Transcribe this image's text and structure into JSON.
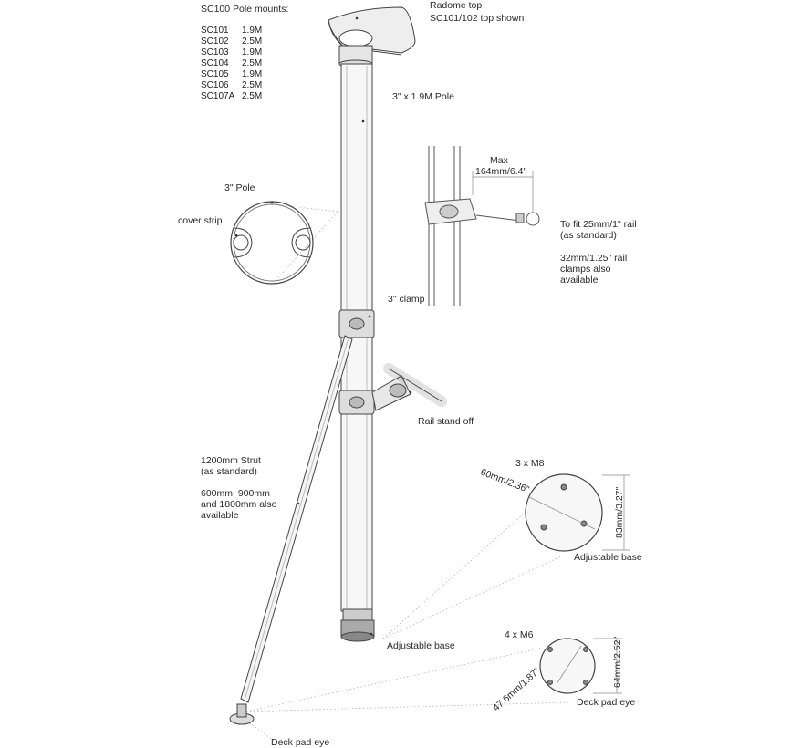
{
  "models_title": "SC100 Pole mounts:",
  "models": [
    {
      "model": "SC101",
      "length": "1.9M"
    },
    {
      "model": "SC102",
      "length": "2.5M"
    },
    {
      "model": "SC103",
      "length": "1.9M"
    },
    {
      "model": "SC104",
      "length": "2.5M"
    },
    {
      "model": "SC105",
      "length": "1.9M"
    },
    {
      "model": "SC106",
      "length": "2.5M"
    },
    {
      "model": "SC107A",
      "length": "2.5M"
    }
  ],
  "labels": {
    "radome_top": "Radome top",
    "radome_top_note": "SC101/102 top shown",
    "pole": "3\" x 1.9M Pole",
    "max": "Max",
    "max_dim": "164mm/6.4\"",
    "rail_fit_1": "To fit 25mm/1\" rail",
    "rail_fit_2": "(as standard)",
    "rail_clamp_1": "32mm/1.25\" rail",
    "rail_clamp_2": "clamps also",
    "rail_clamp_3": "available",
    "pole_section": "3\" Pole",
    "cover_strip": "cover strip",
    "clamp": "3\" clamp",
    "rail_standoff": "Rail stand off",
    "strut_1": "1200mm Strut",
    "strut_2": "(as standard)",
    "strut_3": "600mm, 900mm",
    "strut_4": "and 1800mm also",
    "strut_5": "available",
    "base_holes": "3 x M8",
    "base_dia": "60mm/2.36\"",
    "base_height": "83mm/3.27\"",
    "adjustable_base": "Adjustable base",
    "adjustable_base_detail": "Adjustable base",
    "eye_holes": "4 x M6",
    "eye_dia": "47.6mm/1.87\"",
    "eye_height": "64mm/2.52\"",
    "deck_pad_eye_detail": "Deck pad eye",
    "deck_pad_eye": "Deck pad eye"
  }
}
